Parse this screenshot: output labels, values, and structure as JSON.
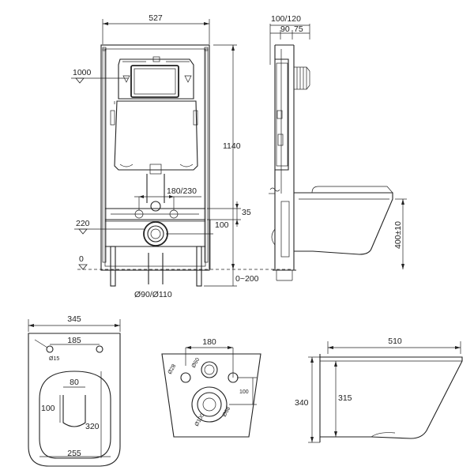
{
  "frame_view": {
    "width_dim": "527",
    "height_dim": "1140",
    "level_1000": "1000",
    "level_220": "220",
    "level_0": "0",
    "spacing_dim": "180/230",
    "offset_35": "35",
    "offset_100": "100",
    "adjust_range": "0~200",
    "pipe_dim": "Ø90/Ø110"
  },
  "side_view": {
    "depth_dim": "100/120",
    "sub_90": "90",
    "sub_75": "75",
    "bowl_height": "400±10"
  },
  "bowl_top_view": {
    "width_dim": "345",
    "hole_spacing": "185",
    "hole_dia": "Ø15",
    "outlet_width": "80",
    "outlet_length": "100",
    "length_dim": "320",
    "inner_width": "255"
  },
  "rear_view": {
    "width_dim": "180",
    "hole_28": "Ø28",
    "hole_60": "Ø60",
    "height_dim": "100",
    "hole_68": "Ø68",
    "hole_100": "Ø100"
  },
  "bowl_side_view": {
    "length_dim": "510",
    "height_dim": "340",
    "inner_height": "315"
  }
}
